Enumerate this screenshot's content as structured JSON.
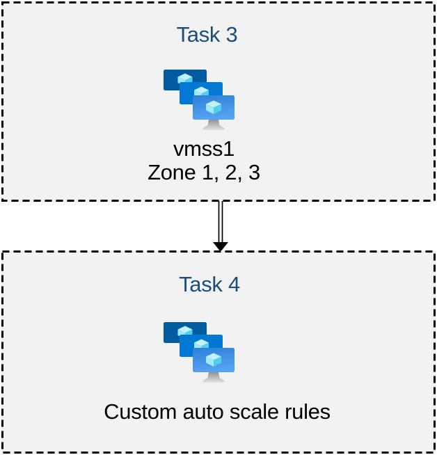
{
  "diagram": {
    "type": "flow",
    "background": "#FFFFFF"
  },
  "colors": {
    "box_fill": "#F2F2F2",
    "box_border": "#000000",
    "title_blue": "#1B4E79",
    "body_text": "#000000",
    "vm_screen_back": "#005BA1",
    "vm_screen_middle": "#0078D4",
    "vm_screen_front_top": "#2E7FD9",
    "vm_screen_front_bottom": "#55A2F0",
    "cube_top_face": "#C3F1FF",
    "cube_left_face": "#9CEBFF",
    "cube_right_face": "#50CFF0",
    "stand_gray_dark": "#909090",
    "stand_gray_light": "#E3E3E3"
  },
  "task3": {
    "title": "Task 3",
    "icon": "vm-scale-sets-icon",
    "vm_name": "vmss1",
    "zones": "Zone 1, 2, 3"
  },
  "task4": {
    "title": "Task 4",
    "icon": "vm-scale-sets-icon",
    "label": "Custom auto scale rules"
  },
  "connector": {
    "style": "double-line",
    "direction": "down",
    "from": "task3-box",
    "to": "task4-box"
  }
}
